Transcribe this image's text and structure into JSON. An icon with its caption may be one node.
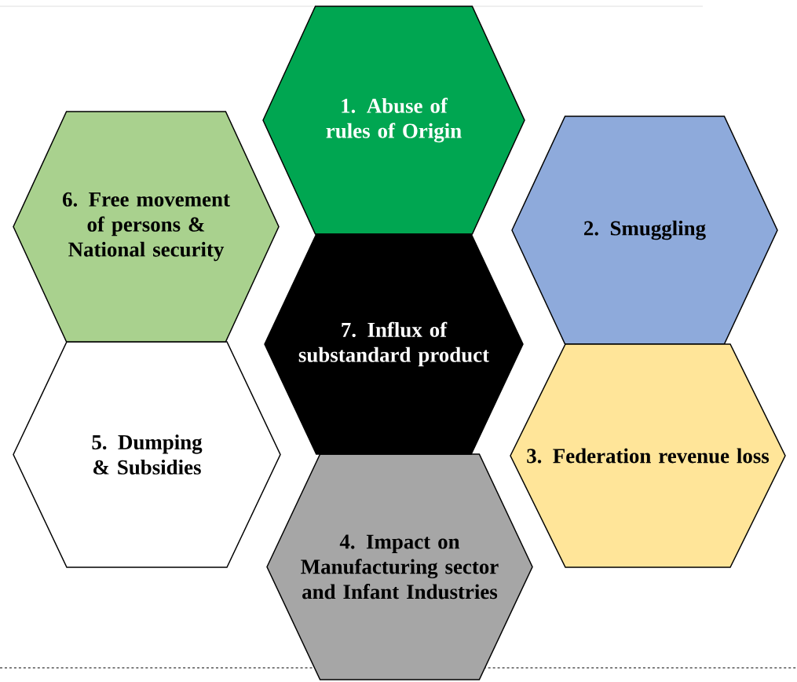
{
  "diagram": {
    "nodes": [
      {
        "text": [
          "1. Abuse of rules of Origin"
        ]
      },
      {
        "text": [
          "2. Smuggling"
        ]
      },
      {
        "text": [
          "3. Federation revenue loss"
        ]
      },
      {
        "text": [
          "4. Impact on Manufacturing sector and Infant Industries"
        ]
      },
      {
        "text": [
          "5. Dumping & Subsidies"
        ]
      },
      {
        "text": [
          "6. Free movement of persons & National security"
        ]
      },
      {
        "text": [
          "7. Influx of substandard product"
        ]
      }
    ]
  }
}
